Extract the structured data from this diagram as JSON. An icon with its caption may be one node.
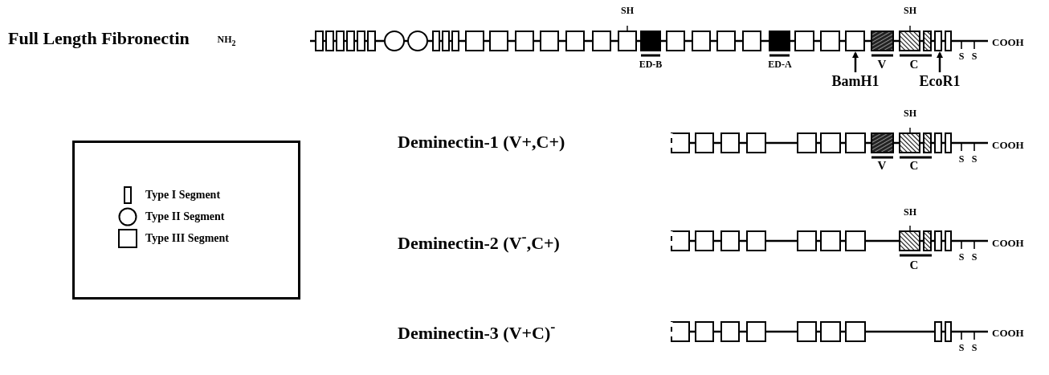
{
  "diagram": {
    "nodes": [
      {
        "text": [
          "BamH1"
        ]
      },
      {
        "text": [
          "EcoR1"
        ]
      }
    ],
    "edges": [
      {
        "from": 0,
        "to": null,
        "arrow": "to"
      },
      {
        "from": 1,
        "to": null,
        "arrow": "to"
      }
    ],
    "labels": [
      "SH",
      "SH",
      "Full Length Fibronectin",
      "NH$_{2}$",
      "COOH",
      "ED-B",
      "ED-A",
      "V",
      "C",
      "S",
      "S",
      "SH",
      "Deminectin-1 (V+,C+)",
      "COOH",
      "S",
      "S",
      "V",
      "C",
      "SH",
      "Deminectin-2 (V$^{-}$,C+)",
      "COOH",
      "S",
      "S",
      "C",
      "Deminectin-3 (V+C)$^{-}$",
      "COOH",
      "S",
      "S"
    ],
    "legend": [
      {
        "text": "Type I Segment"
      },
      {
        "text": "Type II Segment"
      },
      {
        "text": "Type III Segment"
      }
    ]
  }
}
